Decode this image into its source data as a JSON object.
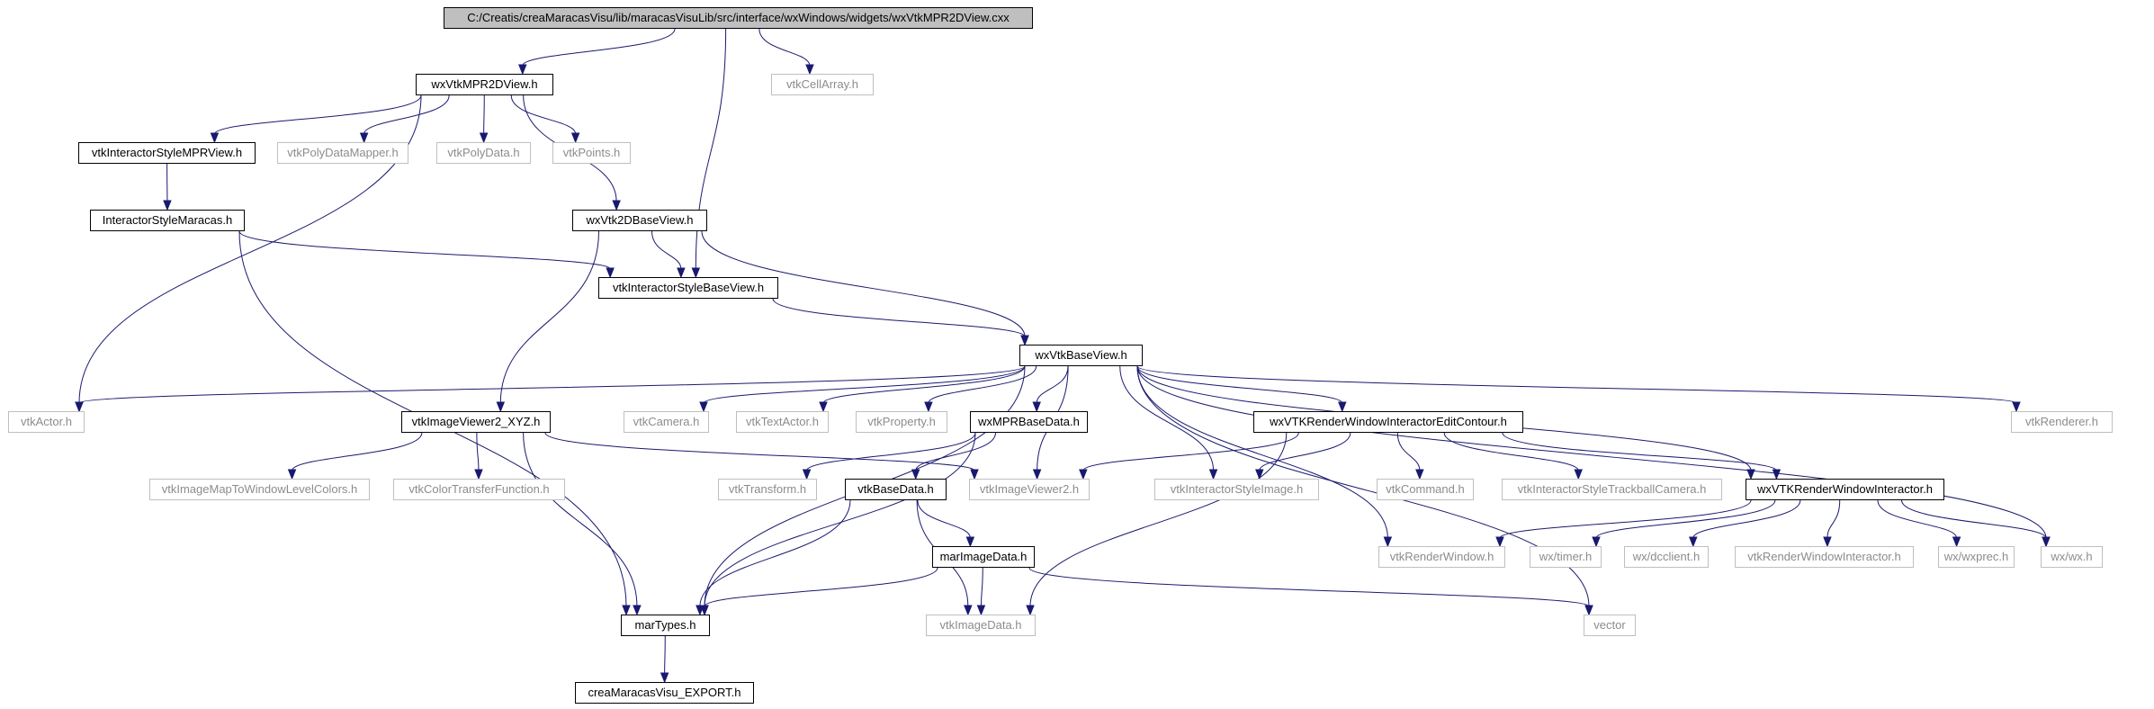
{
  "diagram": {
    "colors": {
      "edge": "#191970",
      "root_fill": "#bfbfbf",
      "external_border": "#bfbfbf",
      "external_text": "#8c8c8c"
    },
    "nodes": [
      {
        "id": "root",
        "label": "C:/Creatis/creaMaracasVisu/lib/maracasVisuLib/src/interface/wxWindows/widgets/wxVtkMPR2DView.cxx",
        "kind": "root"
      },
      {
        "id": "mpr2d",
        "label": "wxVtkMPR2DView.h",
        "kind": "documented"
      },
      {
        "id": "cellarray",
        "label": "vtkCellArray.h",
        "kind": "external"
      },
      {
        "id": "ismpr",
        "label": "vtkInteractorStyleMPRView.h",
        "kind": "documented"
      },
      {
        "id": "polymapper",
        "label": "vtkPolyDataMapper.h",
        "kind": "external"
      },
      {
        "id": "polydata",
        "label": "vtkPolyData.h",
        "kind": "external"
      },
      {
        "id": "points",
        "label": "vtkPoints.h",
        "kind": "external"
      },
      {
        "id": "ismaracas",
        "label": "InteractorStyleMaracas.h",
        "kind": "documented"
      },
      {
        "id": "base2d",
        "label": "wxVtk2DBaseView.h",
        "kind": "documented"
      },
      {
        "id": "isbase",
        "label": "vtkInteractorStyleBaseView.h",
        "kind": "documented"
      },
      {
        "id": "baseview",
        "label": "wxVtkBaseView.h",
        "kind": "documented"
      },
      {
        "id": "actor",
        "label": "vtkActor.h",
        "kind": "external"
      },
      {
        "id": "iv2xyz",
        "label": "vtkImageViewer2_XYZ.h",
        "kind": "documented"
      },
      {
        "id": "camera",
        "label": "vtkCamera.h",
        "kind": "external"
      },
      {
        "id": "textactor",
        "label": "vtkTextActor.h",
        "kind": "external"
      },
      {
        "id": "property",
        "label": "vtkProperty.h",
        "kind": "external"
      },
      {
        "id": "mprbase",
        "label": "wxMPRBaseData.h",
        "kind": "documented"
      },
      {
        "id": "editcontour",
        "label": "wxVTKRenderWindowInteractorEditContour.h",
        "kind": "documented"
      },
      {
        "id": "renderer",
        "label": "vtkRenderer.h",
        "kind": "external"
      },
      {
        "id": "imwlc",
        "label": "vtkImageMapToWindowLevelColors.h",
        "kind": "external"
      },
      {
        "id": "colortf",
        "label": "vtkColorTransferFunction.h",
        "kind": "external"
      },
      {
        "id": "transform",
        "label": "vtkTransform.h",
        "kind": "external"
      },
      {
        "id": "basedata",
        "label": "vtkBaseData.h",
        "kind": "documented"
      },
      {
        "id": "iv2",
        "label": "vtkImageViewer2.h",
        "kind": "external"
      },
      {
        "id": "isimage",
        "label": "vtkInteractorStyleImage.h",
        "kind": "external"
      },
      {
        "id": "command",
        "label": "vtkCommand.h",
        "kind": "external"
      },
      {
        "id": "istrackball",
        "label": "vtkInteractorStyleTrackballCamera.h",
        "kind": "external"
      },
      {
        "id": "rwi",
        "label": "wxVTKRenderWindowInteractor.h",
        "kind": "documented"
      },
      {
        "id": "marimage",
        "label": "marImageData.h",
        "kind": "documented"
      },
      {
        "id": "renderwin",
        "label": "vtkRenderWindow.h",
        "kind": "external"
      },
      {
        "id": "timer",
        "label": "wx/timer.h",
        "kind": "external"
      },
      {
        "id": "dcclient",
        "label": "wx/dcclient.h",
        "kind": "external"
      },
      {
        "id": "vtkrwi",
        "label": "vtkRenderWindowInteractor.h",
        "kind": "external"
      },
      {
        "id": "wxprec",
        "label": "wx/wxprec.h",
        "kind": "external"
      },
      {
        "id": "wxwx",
        "label": "wx/wx.h",
        "kind": "external"
      },
      {
        "id": "martypes",
        "label": "marTypes.h",
        "kind": "documented"
      },
      {
        "id": "imagedata",
        "label": "vtkImageData.h",
        "kind": "external"
      },
      {
        "id": "vector",
        "label": "vector",
        "kind": "external"
      },
      {
        "id": "export",
        "label": "creaMaracasVisu_EXPORT.h",
        "kind": "documented"
      }
    ],
    "edges": [
      [
        "root",
        "mpr2d"
      ],
      [
        "root",
        "isbase"
      ],
      [
        "root",
        "cellarray"
      ],
      [
        "mpr2d",
        "ismpr"
      ],
      [
        "mpr2d",
        "polymapper"
      ],
      [
        "mpr2d",
        "polydata"
      ],
      [
        "mpr2d",
        "points"
      ],
      [
        "mpr2d",
        "base2d"
      ],
      [
        "mpr2d",
        "actor"
      ],
      [
        "ismpr",
        "ismaracas"
      ],
      [
        "ismaracas",
        "isbase"
      ],
      [
        "ismaracas",
        "martypes"
      ],
      [
        "base2d",
        "isbase"
      ],
      [
        "base2d",
        "baseview"
      ],
      [
        "base2d",
        "iv2xyz"
      ],
      [
        "isbase",
        "baseview"
      ],
      [
        "baseview",
        "actor"
      ],
      [
        "baseview",
        "camera"
      ],
      [
        "baseview",
        "textactor"
      ],
      [
        "baseview",
        "property"
      ],
      [
        "baseview",
        "mprbase"
      ],
      [
        "baseview",
        "iv2"
      ],
      [
        "baseview",
        "isimage"
      ],
      [
        "baseview",
        "editcontour"
      ],
      [
        "baseview",
        "rwi"
      ],
      [
        "baseview",
        "renderer"
      ],
      [
        "baseview",
        "renderwin"
      ],
      [
        "baseview",
        "wxwx"
      ],
      [
        "baseview",
        "vector"
      ],
      [
        "baseview",
        "martypes"
      ],
      [
        "iv2xyz",
        "imwlc"
      ],
      [
        "iv2xyz",
        "colortf"
      ],
      [
        "iv2xyz",
        "iv2"
      ],
      [
        "iv2xyz",
        "martypes"
      ],
      [
        "mprbase",
        "transform"
      ],
      [
        "mprbase",
        "basedata"
      ],
      [
        "mprbase",
        "martypes"
      ],
      [
        "editcontour",
        "iv2"
      ],
      [
        "editcontour",
        "isimage"
      ],
      [
        "editcontour",
        "command"
      ],
      [
        "editcontour",
        "istrackball"
      ],
      [
        "editcontour",
        "rwi"
      ],
      [
        "editcontour",
        "imagedata"
      ],
      [
        "basedata",
        "marimage"
      ],
      [
        "basedata",
        "imagedata"
      ],
      [
        "basedata",
        "martypes"
      ],
      [
        "rwi",
        "renderwin"
      ],
      [
        "rwi",
        "timer"
      ],
      [
        "rwi",
        "dcclient"
      ],
      [
        "rwi",
        "vtkrwi"
      ],
      [
        "rwi",
        "wxprec"
      ],
      [
        "rwi",
        "wxwx"
      ],
      [
        "marimage",
        "martypes"
      ],
      [
        "marimage",
        "imagedata"
      ],
      [
        "marimage",
        "vector"
      ],
      [
        "martypes",
        "export"
      ]
    ]
  }
}
